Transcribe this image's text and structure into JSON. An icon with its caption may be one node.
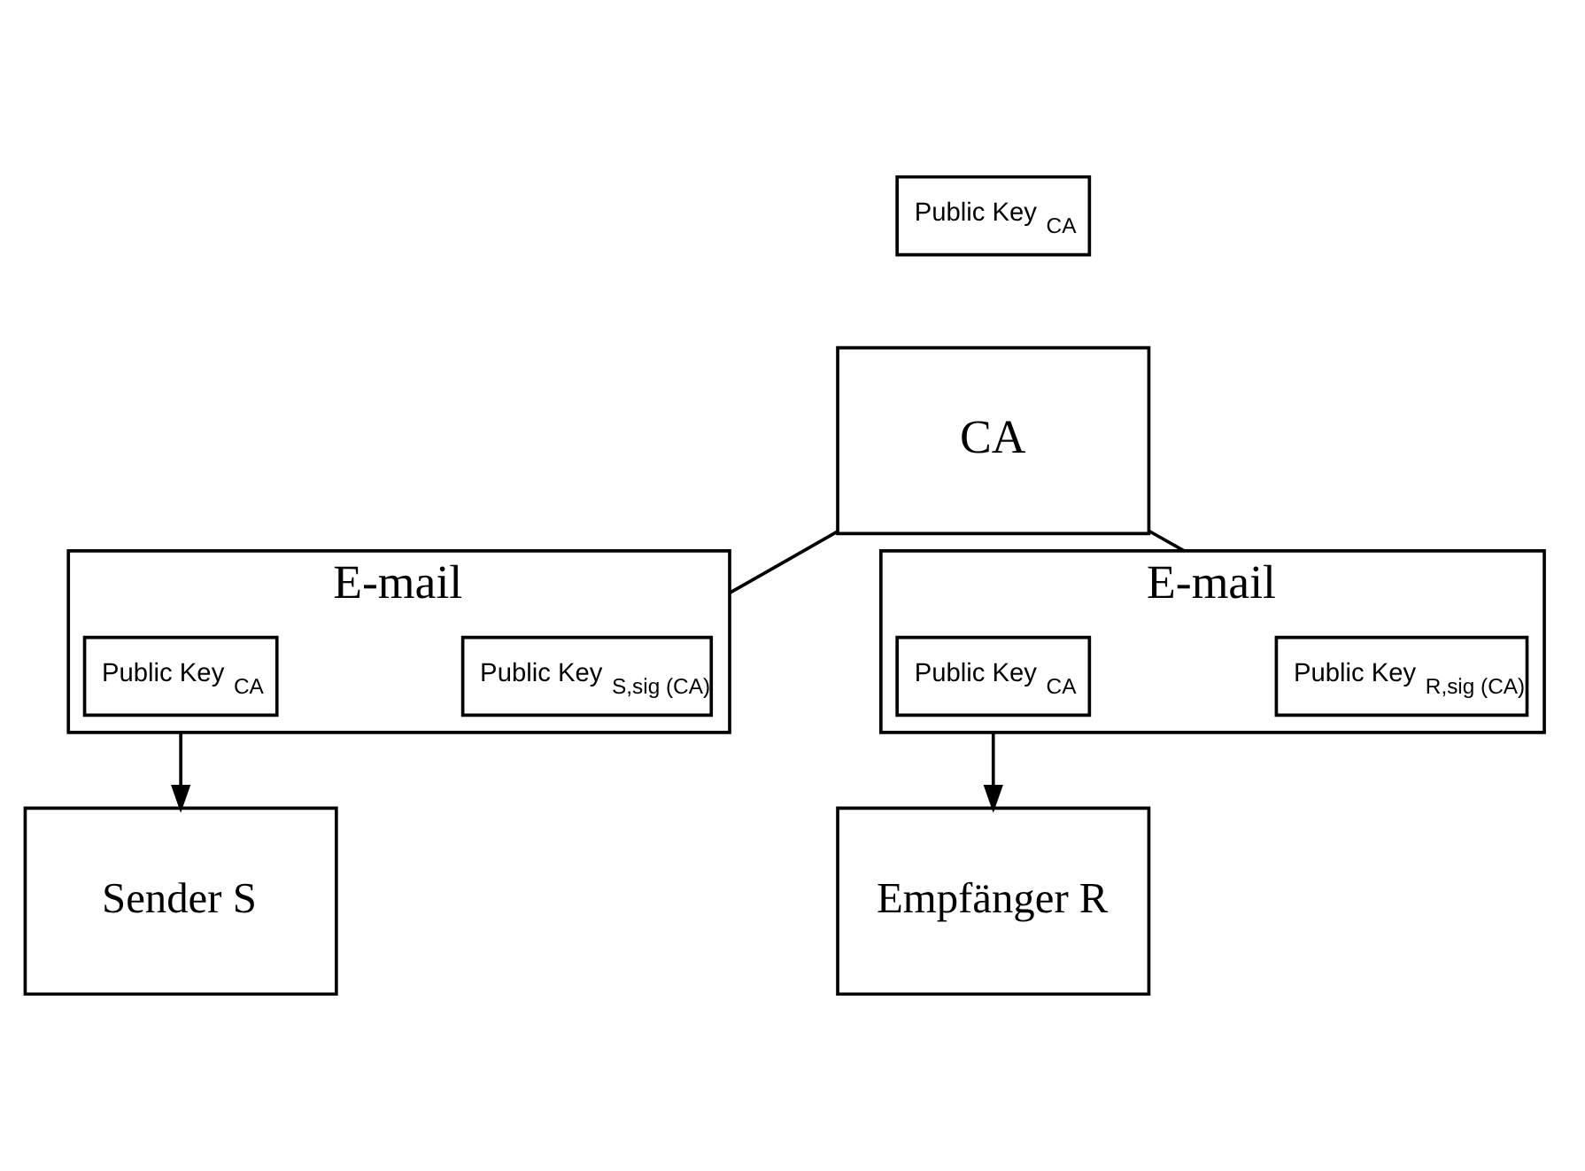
{
  "diagram": {
    "nodes": [
      {
        "text": [
          "Public Key $_{CA}$"
        ]
      },
      {
        "text": [
          "CA"
        ]
      },
      {
        "text": [
          "E-mail"
        ]
      },
      {
        "text": [
          "Public Key $_{S,sig (CA)}$"
        ],
        "in": 2
      },
      {
        "text": [
          "Public Key $_{CA}$"
        ],
        "in": 2
      },
      {
        "text": [
          "E-mail"
        ]
      },
      {
        "text": [
          "Public Key $_{R,sig (CA)}$"
        ],
        "in": 5
      },
      {
        "text": [
          "Public Key $_{CA}$"
        ],
        "in": 5
      },
      {
        "text": [
          "Sender S"
        ]
      },
      {
        "text": [
          "Empfänger R"
        ]
      }
    ],
    "edges": [
      {
        "from": 1,
        "to": 2,
        "arrow": "none"
      },
      {
        "from": 1,
        "to": 5,
        "arrow": "none"
      },
      {
        "from": 2,
        "to": 8,
        "arrow": "to"
      },
      {
        "from": 5,
        "to": 9,
        "arrow": "to"
      }
    ]
  }
}
